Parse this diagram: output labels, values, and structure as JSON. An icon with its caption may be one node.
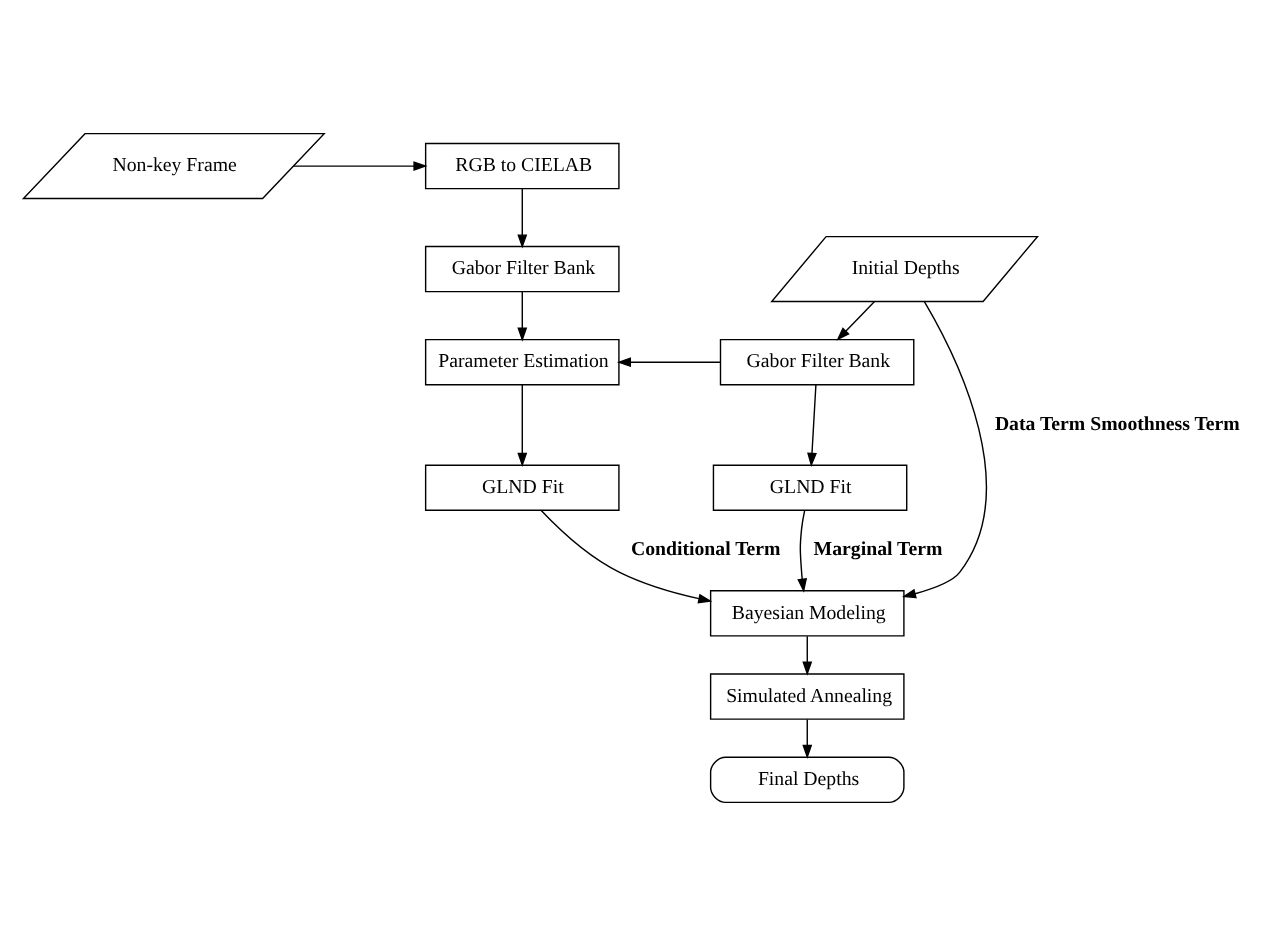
{
  "diagram": {
    "nodes": [
      {
        "text": [
          "Non-key Frame"
        ]
      },
      {
        "text": [
          "RGB to CIELAB"
        ]
      },
      {
        "text": [
          "Initial Depths"
        ]
      },
      {
        "text": [
          "Gabor Filter Bank"
        ]
      },
      {
        "text": [
          "Gabor Filter Bank"
        ]
      },
      {
        "text": [
          "Parameter Estimation"
        ]
      },
      {
        "text": [
          "GLND Fit"
        ]
      },
      {
        "text": [
          "GLND Fit"
        ]
      },
      {
        "text": [
          "Bayesian Modeling"
        ]
      },
      {
        "text": [
          "Simulated Annealing"
        ]
      },
      {
        "text": [
          "Final Depths"
        ]
      }
    ],
    "edges": [
      {
        "from": 0,
        "to": 1,
        "arrow": "to"
      },
      {
        "from": 1,
        "to": 3,
        "arrow": "to"
      },
      {
        "from": 2,
        "to": 4,
        "arrow": "to"
      },
      {
        "from": 4,
        "to": 5,
        "arrow": "to"
      },
      {
        "from": 3,
        "to": 5,
        "arrow": "to"
      },
      {
        "from": 4,
        "to": 6,
        "arrow": "to"
      },
      {
        "from": 5,
        "to": 7,
        "arrow": "to"
      },
      {
        "from": 6,
        "to": 8,
        "arrow": "to",
        "label": "Marginal Term"
      },
      {
        "from": 7,
        "to": 8,
        "arrow": "to",
        "label": "Conditional Term"
      },
      {
        "from": 2,
        "to": 8,
        "arrow": "to",
        "label": "Data Term Smoothness Term"
      },
      {
        "from": 8,
        "to": 9,
        "arrow": "to"
      },
      {
        "from": 9,
        "to": 10,
        "arrow": "to"
      }
    ]
  }
}
